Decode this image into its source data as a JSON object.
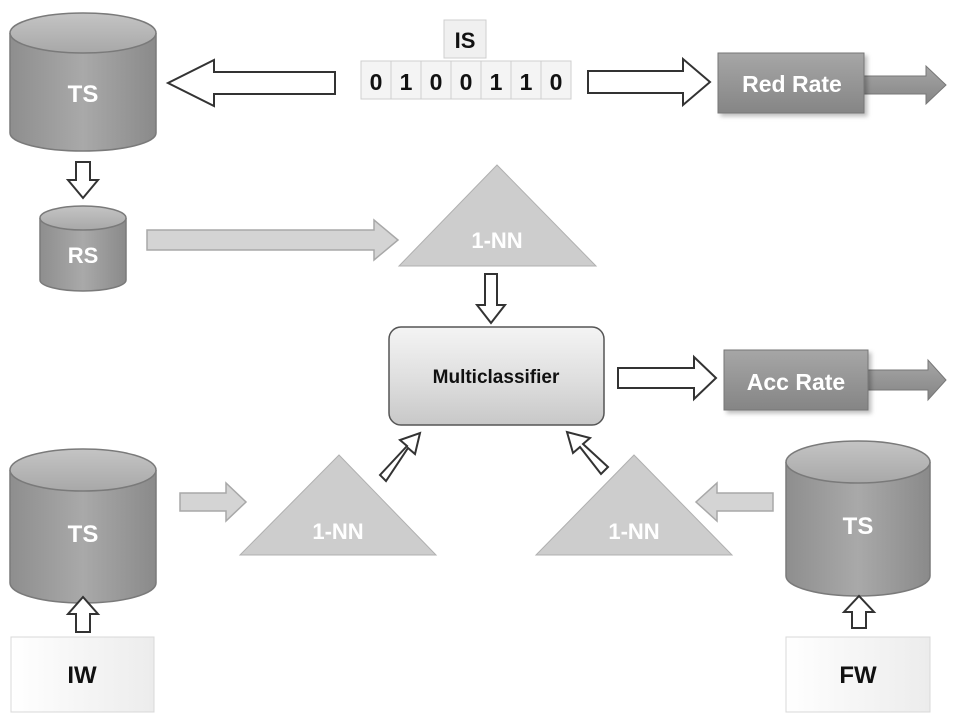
{
  "is_label": "IS",
  "bits": [
    "0",
    "1",
    "0",
    "0",
    "1",
    "1",
    "0"
  ],
  "ts_top": "TS",
  "rs": "RS",
  "nn_top": "1-NN",
  "multiclassifier": "Multiclassifier",
  "red_rate": "Red Rate",
  "acc_rate": "Acc Rate",
  "ts_left": "TS",
  "ts_right": "TS",
  "nn_left": "1-NN",
  "nn_right": "1-NN",
  "iw": "IW",
  "fw": "FW"
}
